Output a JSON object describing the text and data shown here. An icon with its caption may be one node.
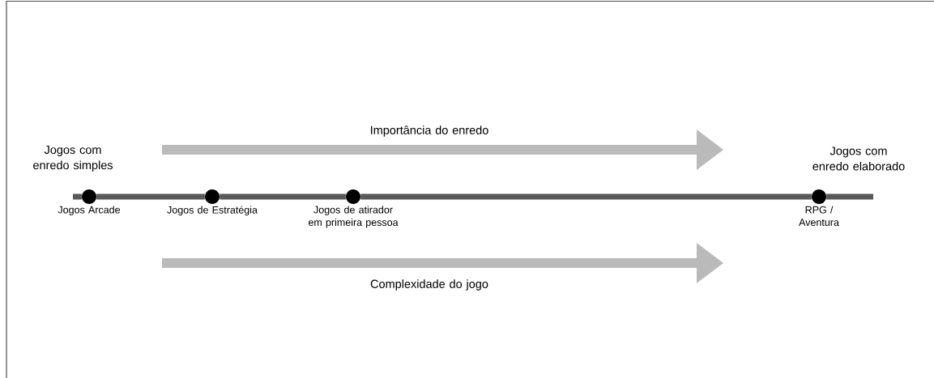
{
  "diagram": {
    "nodes": [
      {
        "text": [],
        "shape": "circle",
        "beside": [
          "Jogos Arcade"
        ]
      },
      {
        "text": [],
        "shape": "circle",
        "beside": [
          "Jogos de Estratégia"
        ]
      },
      {
        "text": [],
        "shape": "circle",
        "beside": [
          "Jogos de atirador em primeira pessoa"
        ]
      },
      {
        "text": [],
        "shape": "circle",
        "beside": [
          "RPG / Aventura"
        ]
      }
    ],
    "edges": [
      {
        "from": 0,
        "to": 1,
        "arrow": "none"
      },
      {
        "from": 1,
        "to": 2,
        "arrow": "none"
      },
      {
        "from": 2,
        "to": 3,
        "arrow": "none"
      }
    ],
    "labels": [
      "Jogos com enredo simples",
      "Importância do enredo",
      "Jogos com enredo elaborado",
      "Complexidade do jogo"
    ]
  }
}
